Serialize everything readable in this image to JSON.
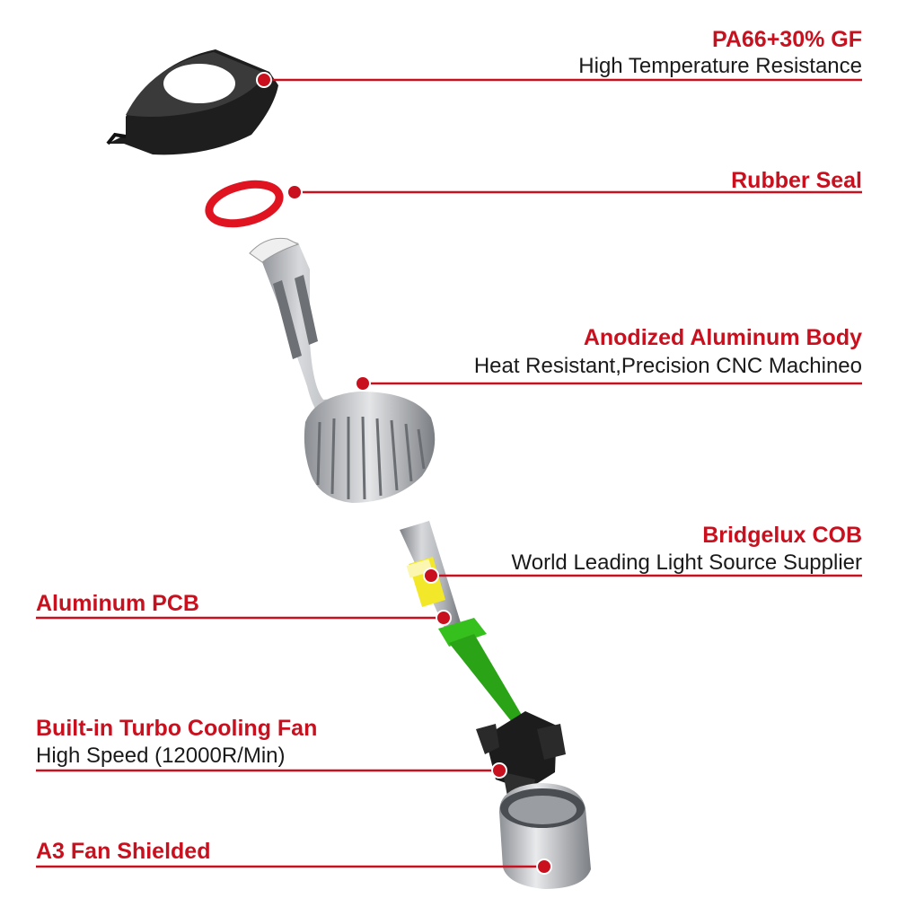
{
  "colors": {
    "accent": "#c8101e",
    "text": "#1a1a1a",
    "plastic": "#1e1e1e",
    "aluminum": "#b9bcc0",
    "led_yellow": "#f2e829",
    "fan_green": "#36c01e"
  },
  "callouts": {
    "pa66": {
      "title": "PA66+30% GF",
      "subtitle": "High Temperature Resistance"
    },
    "rubber_seal": {
      "title": "Rubber Seal"
    },
    "aluminum_body": {
      "title": "Anodized Aluminum Body",
      "subtitle": "Heat Resistant,Precision CNC Machineo"
    },
    "bridgelux": {
      "title": "Bridgelux COB",
      "subtitle": "World Leading Light Source Supplier"
    },
    "aluminum_pcb": {
      "title": "Aluminum PCB"
    },
    "turbo_fan": {
      "title": "Built-in Turbo Cooling Fan",
      "subtitle": "High Speed (12000R/Min)"
    },
    "fan_shield": {
      "title": "A3 Fan Shielded"
    }
  },
  "icons": [
    "leader-dot-icon",
    "bulb-adapter-icon",
    "o-ring-icon",
    "heatsink-body-icon",
    "led-cob-icon",
    "turbo-fan-icon",
    "fan-shield-icon"
  ]
}
